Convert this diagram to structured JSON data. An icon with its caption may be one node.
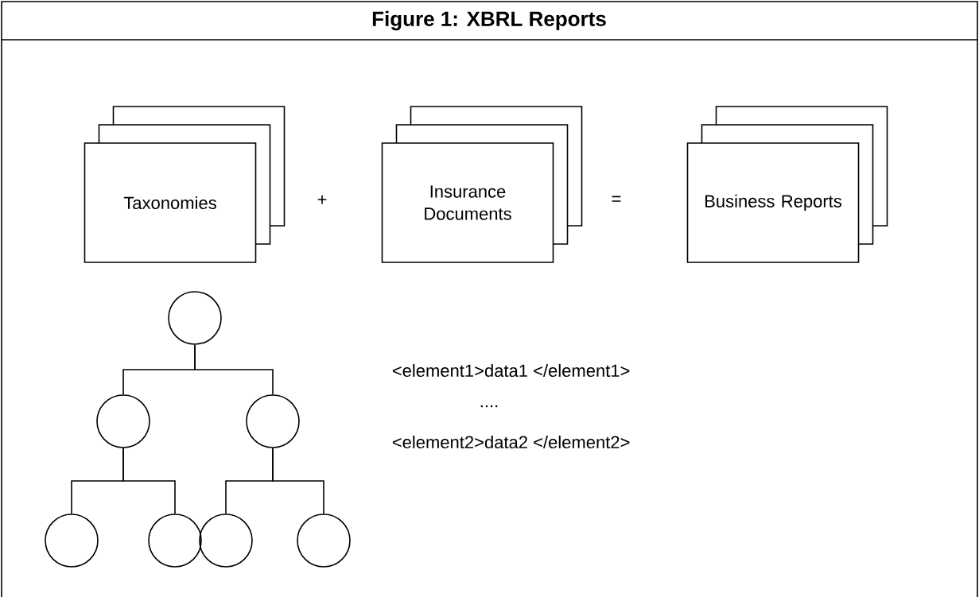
{
  "diagram": {
    "title": "Figure 1: XBRL Reports",
    "nodes": [
      {
        "text": [
          "Taxonomies"
        ]
      },
      {
        "text": [
          "Insurance Documents"
        ]
      },
      {
        "text": [
          "Business Reports"
        ]
      },
      {
        "text": [],
        "shape": "circle"
      },
      {
        "text": [],
        "shape": "circle"
      },
      {
        "text": [],
        "shape": "circle"
      },
      {
        "text": [],
        "shape": "circle"
      },
      {
        "text": [],
        "shape": "circle"
      },
      {
        "text": [],
        "shape": "circle"
      },
      {
        "text": [],
        "shape": "circle"
      }
    ],
    "edges": [
      {
        "from": 3,
        "to": 4,
        "arrow": "none"
      },
      {
        "from": 3,
        "to": 5,
        "arrow": "none"
      },
      {
        "from": 4,
        "to": 6,
        "arrow": "none"
      },
      {
        "from": 4,
        "to": 7,
        "arrow": "none"
      },
      {
        "from": 5,
        "to": 8,
        "arrow": "none"
      },
      {
        "from": 5,
        "to": 9,
        "arrow": "none"
      }
    ],
    "labels": [
      "+",
      "=",
      "<element1>data1 </element1>",
      "....",
      "<element2>data2 </element2>"
    ]
  }
}
